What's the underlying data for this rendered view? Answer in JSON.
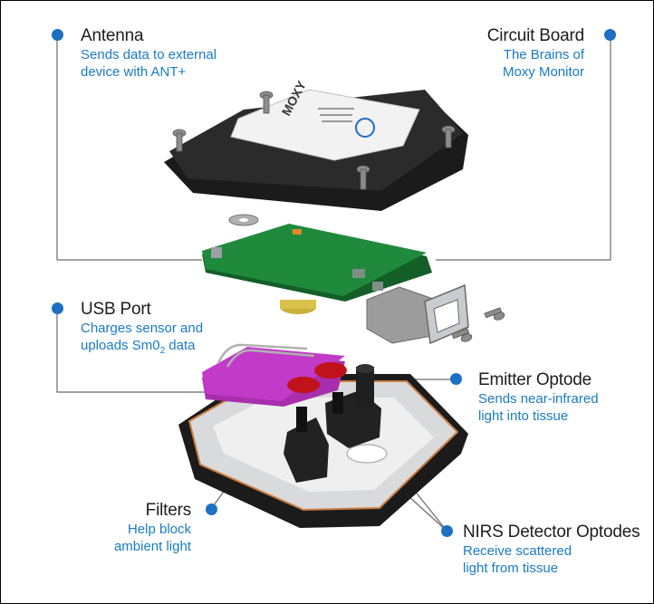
{
  "callouts": {
    "antenna": {
      "title": "Antenna",
      "desc_line1": "Sends data to external",
      "desc_line2": "device with ANT+"
    },
    "circuit": {
      "title": "Circuit Board",
      "desc_line1": "The Brains of",
      "desc_line2": "Moxy Monitor"
    },
    "usb": {
      "title": "USB Port",
      "desc_line1": "Charges sensor and",
      "desc_line2_a": "uploads Sm0",
      "desc_line2_sub": "2",
      "desc_line2_b": " data"
    },
    "emitter": {
      "title": "Emitter Optode",
      "desc_line1": "Sends near-infrared",
      "desc_line2": "light into tissue"
    },
    "filters": {
      "title": "Filters",
      "desc_line1": "Help block",
      "desc_line2": "ambient light"
    },
    "detector": {
      "title": "NIRS Detector Optodes",
      "desc_line1": "Receive scattered",
      "desc_line2": "light from tissue"
    }
  },
  "colors": {
    "accent_dot": "#1d6fc1",
    "desc_text": "#1a7bc4",
    "title_text": "#1d1d1d",
    "leader_line": "#6b6b6b",
    "pcb": "#1f8a3c",
    "filter_block": "#c13bc8",
    "filter_lens": "#c0121b"
  },
  "labels": {
    "moxy_logo": "MOXY"
  }
}
